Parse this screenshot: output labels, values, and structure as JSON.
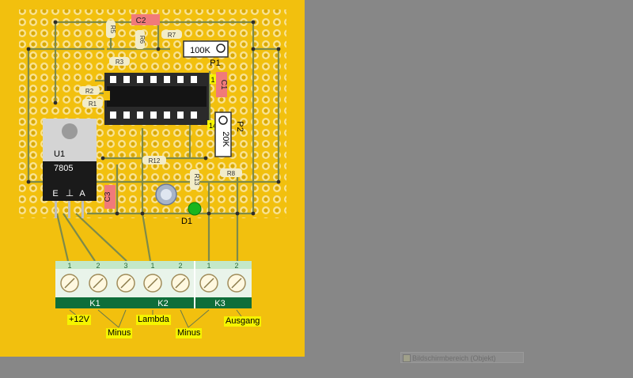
{
  "board": {
    "background": "#f2c00e",
    "components": {
      "ic_pin1": "1",
      "ic_pin14": "14",
      "regulator_name": "U1",
      "regulator_part": "7805",
      "regulator_pins": [
        "E",
        "⊥",
        "A"
      ],
      "pot1_value": "100K",
      "pot1_ref": "P1",
      "pot2_value": "20K",
      "pot2_ref": "P2",
      "cap_c1": "C1",
      "cap_c2": "C2",
      "cap_c3": "C3",
      "r1": "R1",
      "r2": "R2",
      "r3": "R3",
      "r5": "R5",
      "r6": "R6",
      "r7": "R7",
      "r8": "R8",
      "r12": "R12",
      "r13": "R13",
      "diode": "D1"
    },
    "terminals": {
      "numbers": [
        "1",
        "2",
        "3",
        "1",
        "2",
        "1",
        "2"
      ],
      "connectors": [
        "K1",
        "K2",
        "K3"
      ]
    },
    "labels": {
      "plus12v": "+12V",
      "minus1": "Minus",
      "lambda": "Lambda",
      "minus2": "Minus",
      "ausgang": "Ausgang"
    }
  },
  "status_bar": {
    "text": "Bildschirmbereich (Objekt)"
  }
}
